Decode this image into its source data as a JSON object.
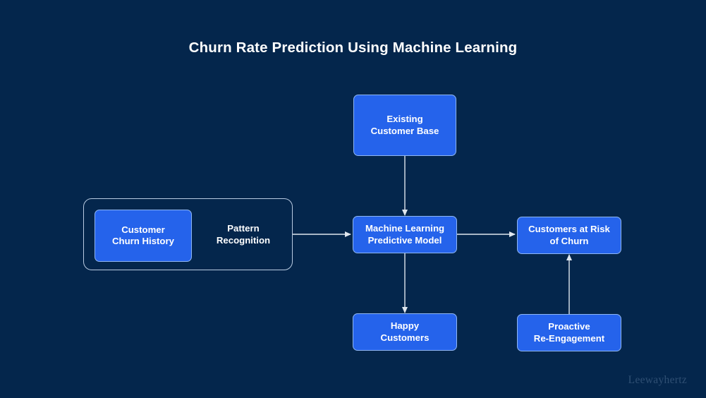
{
  "title": "Churn Rate Prediction Using Machine Learning",
  "watermark": "Leewayhertz",
  "colors": {
    "background": "#04264c",
    "node_fill": "#2563eb",
    "node_border": "#8fb6f2",
    "cluster_border": "#b9cbe2",
    "edge": "#dfe6ee",
    "title_text": "#ffffff",
    "node_text": "#ffffff",
    "watermark_text": "#2f4f73"
  },
  "nodes": {
    "existing_customer_base": "Existing\nCustomer Base",
    "customer_churn_history": "Customer\nChurn History",
    "pattern_recognition": "Pattern\nRecognition",
    "machine_learning_predictive_model": "Machine Learning\nPredictive Model",
    "customers_at_risk_of_churn": "Customers at Risk\nof Churn",
    "happy_customers": "Happy\nCustomers",
    "proactive_reengagement": "Proactive\nRe-Engagement"
  },
  "edges": [
    {
      "from": "existing_customer_base",
      "to": "machine_learning_predictive_model",
      "direction": "down"
    },
    {
      "from": "pattern_recognition_cluster",
      "to": "machine_learning_predictive_model",
      "direction": "right"
    },
    {
      "from": "machine_learning_predictive_model",
      "to": "customers_at_risk_of_churn",
      "direction": "right"
    },
    {
      "from": "machine_learning_predictive_model",
      "to": "happy_customers",
      "direction": "down"
    },
    {
      "from": "proactive_reengagement",
      "to": "customers_at_risk_of_churn",
      "direction": "up"
    }
  ]
}
